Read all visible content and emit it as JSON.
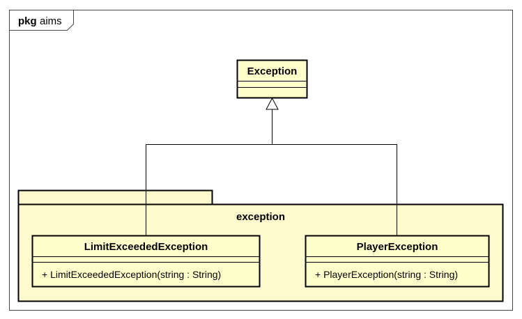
{
  "frame": {
    "keyword": "pkg",
    "name": "aims"
  },
  "colors": {
    "class_fill": "#FFFFCC",
    "package_fill": "#FFFACD",
    "line": "#000000",
    "frame_stroke": "#444444"
  },
  "classes": {
    "exception": {
      "name": "Exception"
    },
    "limit": {
      "name": "LimitExceededException",
      "operation": "+ LimitExceededException(string : String)"
    },
    "player": {
      "name": "PlayerException",
      "operation": "+ PlayerException(string : String)"
    }
  },
  "package": {
    "name": "exception"
  }
}
